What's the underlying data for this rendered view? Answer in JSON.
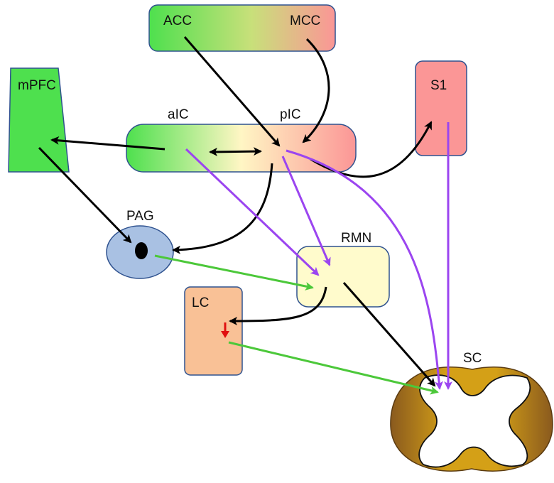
{
  "regions": {
    "acc": "ACC",
    "mcc": "MCC",
    "mpfc": "mPFC",
    "s1": "S1",
    "aic": "aIC",
    "pic": "pIC",
    "pag": "PAG",
    "rmn": "RMN",
    "lc": "LC",
    "sc": "SC"
  },
  "colors": {
    "black_arrow": "#000000",
    "purple_arrow": "#9b45f0",
    "green_arrow": "#4cc83a",
    "red_arrow": "#e01010",
    "green_region": "#4ee04e",
    "salmon_region": "#fb9696",
    "pag_fill": "#a9c1e3",
    "rmn_fill": "#fffbcc",
    "lc_fill": "#f9c196",
    "sc_gray": "#b8860b"
  }
}
